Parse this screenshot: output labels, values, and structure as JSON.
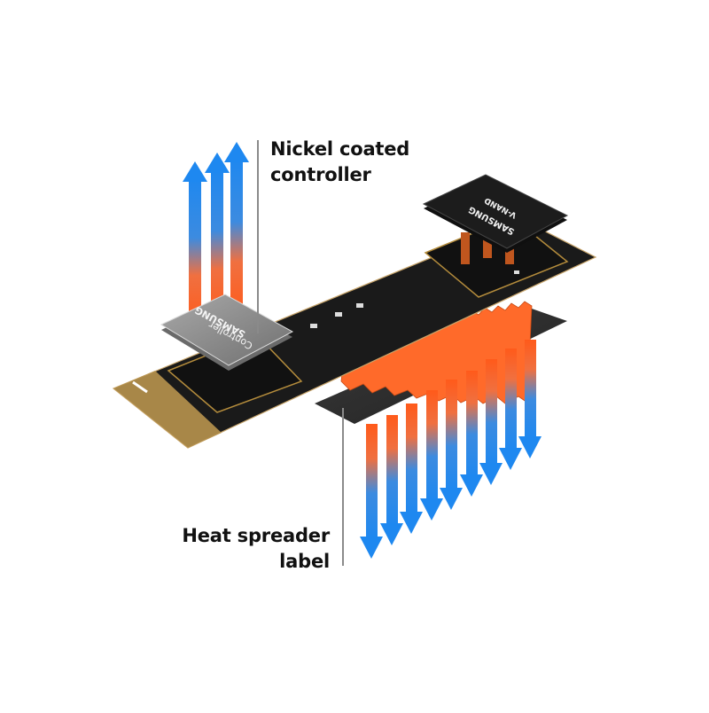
{
  "figure": {
    "subject": "M.2 SSD thermal solution diagram",
    "background_color": "#ffffff"
  },
  "callouts": {
    "top": {
      "lines": [
        "Nickel coated",
        "controller"
      ]
    },
    "bottom": {
      "lines": [
        "Heat spreader",
        "label"
      ]
    }
  },
  "chips": {
    "controller": {
      "brand": "SAMSUNG",
      "name": "Controller"
    },
    "nand": {
      "brand": "SAMSUNG",
      "name": "V-NAND"
    }
  },
  "colors": {
    "hot": "#ff6a2a",
    "cold": "#1e88f0",
    "pcb": "#1a1a1a",
    "gold_contacts": "#b8934e",
    "controller_chip": "#8c8c8c",
    "heat_spreader": "#2e2e2e",
    "leader_line": "#8a8a8a",
    "text": "#111111"
  },
  "arrows": {
    "up_count": 3,
    "down_count": 9
  }
}
